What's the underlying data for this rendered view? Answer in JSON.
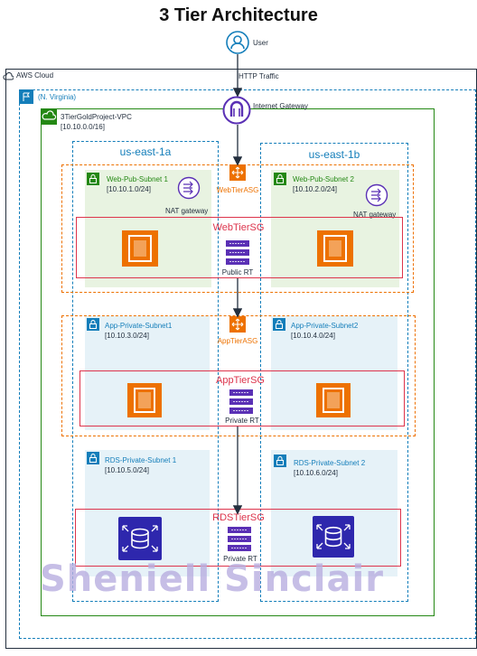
{
  "title": "3 Tier Architecture",
  "user_label": "User",
  "traffic_label": "HTTP Traffic",
  "cloud_label": "AWS Cloud",
  "region_label": "(N. Virginia)",
  "igw_label": "Internet Gateway",
  "vpc": {
    "name": "3TierGoldProject-VPC",
    "cidr": "[10.10.0.0/16]"
  },
  "azs": [
    "us-east-1a",
    "us-east-1b"
  ],
  "web_tier": {
    "asg_label": "WebTierASG",
    "sg_label": "WebTierSG",
    "rt_label": "Public RT",
    "subnets": [
      {
        "name": "Web-Pub-Subnet 1",
        "cidr": "[10.10.1.0/24]",
        "nat": "NAT gateway"
      },
      {
        "name": "Web-Pub-Subnet 2",
        "cidr": "[10.10.2.0/24]",
        "nat": "NAT gateway"
      }
    ]
  },
  "app_tier": {
    "asg_label": "AppTierASG",
    "sg_label": "AppTierSG",
    "rt_label": "Private RT",
    "subnets": [
      {
        "name": "App-Private-Subnet1",
        "cidr": "[10.10.3.0/24]"
      },
      {
        "name": "App-Private-Subnet2",
        "cidr": "[10.10.4.0/24]"
      }
    ]
  },
  "db_tier": {
    "sg_label": "RDSTierSG",
    "rt_label": "Private RT",
    "subnets": [
      {
        "name": "RDS-Private-Subnet 1",
        "cidr": "[10.10.5.0/24]"
      },
      {
        "name": "RDS-Private-Subnet 2",
        "cidr": "[10.10.6.0/24]"
      }
    ]
  },
  "watermark": "Sheniell Sinclair",
  "colors": {
    "vpc": "#248814",
    "az": "#147eba",
    "asg": "#ed7100",
    "sg": "#dd344c",
    "ec2": "#ed7100",
    "rds": "#2e27ad",
    "igw": "#5a30b5",
    "subnet_public_bg": "#e8f3e1",
    "subnet_private_bg": "#e6f2f8"
  },
  "icons": [
    "user-icon",
    "cloud-icon",
    "region-flag-icon",
    "vpc-cloud-icon",
    "internet-gateway-icon",
    "auto-scaling-icon",
    "lock-icon",
    "nat-gateway-icon",
    "ec2-instance-icon",
    "route-table-icon",
    "rds-database-icon"
  ]
}
